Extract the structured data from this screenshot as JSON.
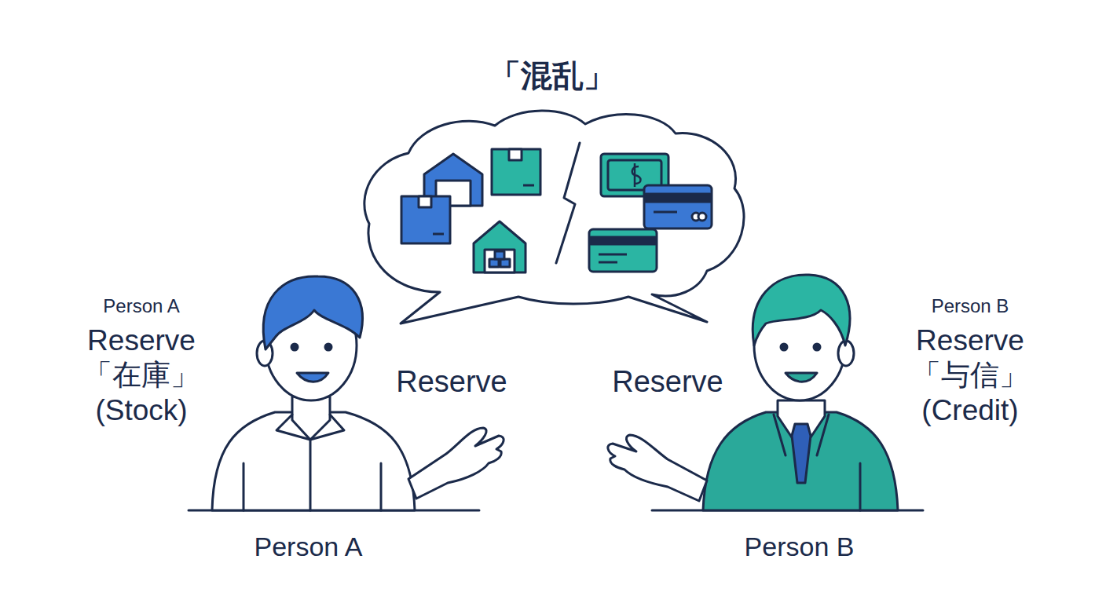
{
  "diagram": {
    "title": "「混乱」",
    "labels": [
      "Person A",
      "Reserve 「在庫」 (Stock)",
      "Reserve",
      "Reserve",
      "Person B",
      "Reserve 「与信」 (Credit)",
      "Person A",
      "Person B"
    ]
  }
}
